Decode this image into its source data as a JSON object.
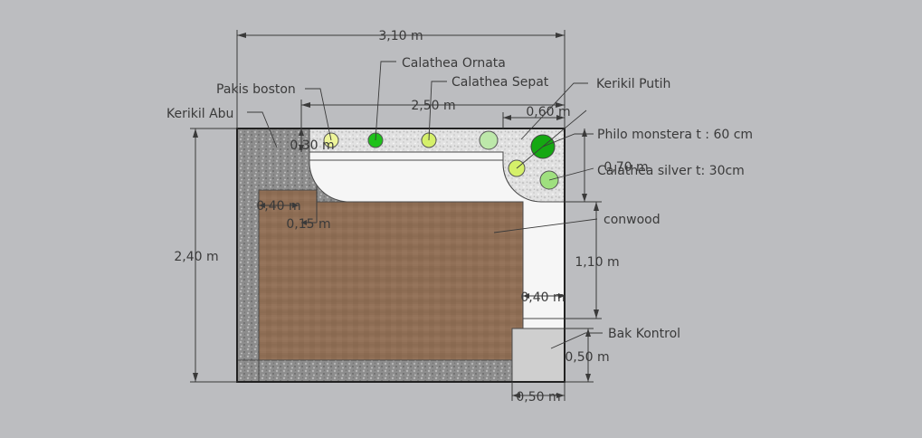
{
  "plan": {
    "dimensions": {
      "overall_width": "3,10 m",
      "overall_height": "2,40 m",
      "planter_width": "2,50 m",
      "corner_width": "0,60 m",
      "strip_depth": "0,30 m",
      "corner_depth": "0,70 m",
      "edge_left": "0,40 m",
      "step": "0,15 m",
      "path_height": "1,10 m",
      "path_width": "0,40 m",
      "box_height": "0,50 m",
      "box_width": "0,50 m"
    },
    "labels": {
      "kerikil_abu": "Kerikil Abu",
      "pakis_boston": "Pakis boston",
      "calathea_ornata": "Calathea Ornata",
      "calathea_sepat": "Calathea Sepat",
      "kerikil_putih": "Kerikil Putih",
      "philo_monstera": "Philo monstera t : 60 cm",
      "calathea_silver": "Calathea silver t: 30cm",
      "conwood": "conwood",
      "bak_kontrol": "Bak Kontrol"
    },
    "colors": {
      "background": "#bcbdc0",
      "gravel_grey": "#8d8d8d",
      "gravel_white": "#e2e2e2",
      "conwood": "#8f6e55",
      "path": "#f6f6f6",
      "bak_kontrol": "#cfcfcf",
      "plant_light_yellow": "#eef59a",
      "plant_green": "#1fc21a",
      "plant_yellow_green": "#d5f06a",
      "plant_pale_green": "#bde8aa",
      "plant_dark_green": "#15a812",
      "plant_silver_green": "#9fe07f"
    }
  }
}
